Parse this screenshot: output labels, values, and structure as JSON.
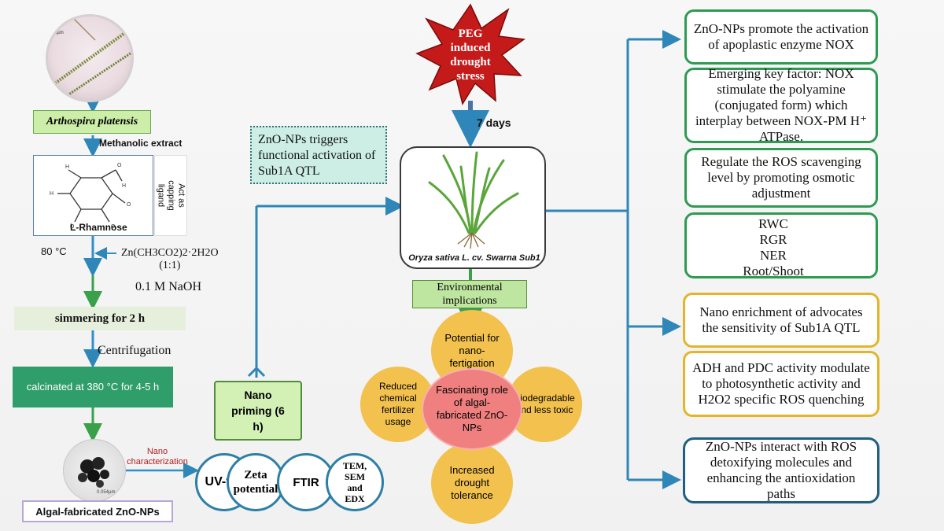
{
  "micrograph_scale": "5µm",
  "species_label": "Arthospira platensis",
  "extract_label": "Methanolic extract",
  "capping_label": "Act as capping ligand",
  "rhamnose_label": "L-Rhamnose",
  "temp_label": "80 °C",
  "zinc_label": "Zn(CH3CO2)2·2H2O",
  "ratio_label": "(1:1)",
  "naoh_label": "0.1 M NaOH",
  "simmer_label": "simmering for 2 h",
  "centrifuge_label": "Centrifugation",
  "calcinate_label": "calcinated at 380 °C for 4-5 h",
  "nanochar_label": "Nano characterization",
  "tem_scale": "0.054µm",
  "algal_label": "Algal-fabricated ZnO-NPs",
  "char_methods": [
    "UV-vis",
    "Zeta potential",
    "FTIR",
    "TEM, SEM and EDX"
  ],
  "nano_priming": "Nano priming (6 h)",
  "sub1a_note": "ZnO-NPs triggers functional activation of Sub1A QTL",
  "peg_label": "PEG induced drought stress",
  "days_label": "7 days",
  "plant_caption": "Oryza sativa L. cv. Swarna Sub1",
  "env_label": "Environmental implications",
  "flower": {
    "center": "Fascinating role of algal-fabricated ZnO-NPs",
    "top": "Potential for nano-fertigation",
    "left": "Reduced chemical fertilizer usage",
    "right": "Biodegradable and less toxic",
    "bottom": "Increased drought tolerance"
  },
  "right_boxes": [
    "ZnO-NPs promote the activation of apoplastic enzyme NOX",
    "Emerging key factor: NOX stimulate the polyamine (conjugated form) which interplay between NOX-PM H⁺ ATPase.",
    "Regulate the ROS scavenging level by promoting osmotic adjustment"
  ],
  "growth_params": [
    "RWC",
    "RGR",
    "NER",
    "Root/Shoot"
  ],
  "yellow_boxes": [
    "Nano enrichment of advocates the sensitivity of Sub1A QTL",
    "ADH and PDC activity modulate to photosynthetic activity and H2O2 specific ROS quenching"
  ],
  "blue_box": "ZnO-NPs interact with ROS detoxifying molecules and enhancing the antioxidation paths",
  "colors": {
    "arrow_blue": "#2f8fc9",
    "arrow_green": "#3aa04a",
    "connector": "#2f86b8",
    "green_border": "#2e9a52",
    "yellow_border": "#e3b52a",
    "blue_border": "#1f5f80",
    "star_red": "#c51a1a",
    "petal": "#f2c14e",
    "center_pink": "#f08080"
  }
}
